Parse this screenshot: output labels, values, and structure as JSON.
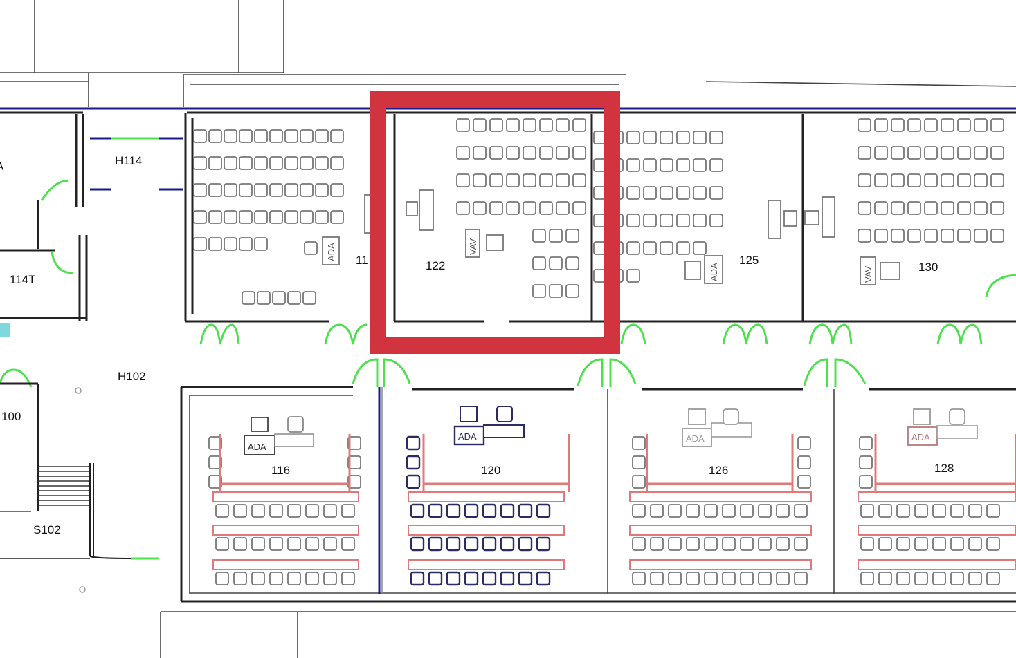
{
  "rooms": {
    "r114": "114T",
    "r116": "116",
    "r119": "11",
    "r120": "120",
    "r122": "122",
    "r125": "125",
    "r126": "126",
    "r128": "128",
    "r130": "130",
    "r100": "100",
    "h102": "H102",
    "h114": "H114",
    "s102": "S102",
    "a_edge": "A"
  },
  "tags": {
    "ada": "ADA",
    "vav": "VAV"
  },
  "highlight": {
    "target_room": "122",
    "color": "#d1343f"
  },
  "colors": {
    "wall": "#222222",
    "door": "#4fe04f",
    "navy": "#1a1a8a",
    "pink": "#e07a7a"
  }
}
